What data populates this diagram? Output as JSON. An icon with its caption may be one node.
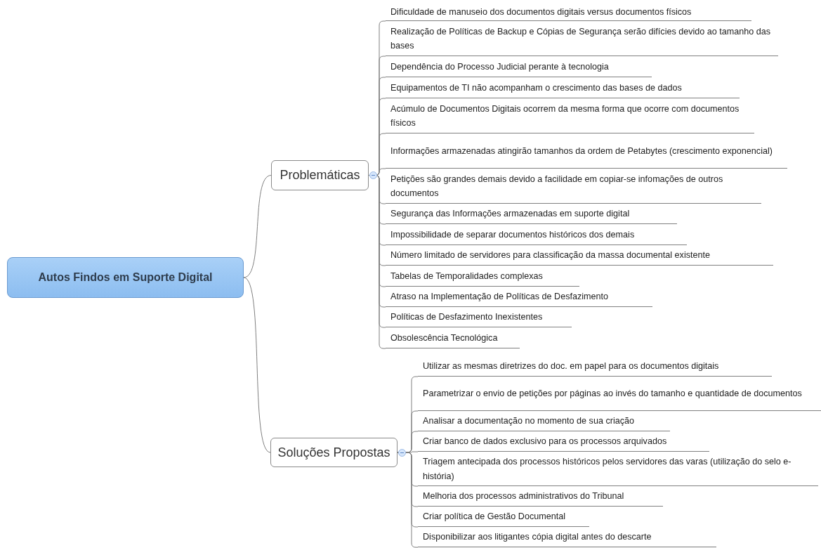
{
  "diagram": {
    "nodes": [
      {
        "text": [
          "Autos Findos em Suporte Digital"
        ]
      },
      {
        "text": [
          "Problemáticas"
        ]
      },
      {
        "text": [
          "Soluções Propostas"
        ]
      },
      {
        "text": [
          "Dificuldade de manuseio dos documentos digitais versus documentos físicos"
        ]
      },
      {
        "text": [
          "Realização de Políticas de Backup e Cópias de Segurança serão difícies devido ao tamanho das bases"
        ]
      },
      {
        "text": [
          "Dependência do Processo Judicial perante à tecnologia"
        ]
      },
      {
        "text": [
          "Equipamentos de TI não acompanham o crescimento das bases de dados"
        ]
      },
      {
        "text": [
          "Acúmulo de Documentos Digitais ocorrem da mesma forma que ocorre com documentos físicos"
        ]
      },
      {
        "text": [
          "Informações armazenadas atingirão tamanhos da ordem de Petabytes (crescimento exponencial)"
        ]
      },
      {
        "text": [
          "Petições são grandes demais devido a facilidade em copiar-se infomações de outros documentos"
        ]
      },
      {
        "text": [
          "Segurança das Informações armazenadas em suporte digital"
        ]
      },
      {
        "text": [
          "Impossibilidade de separar documentos históricos dos demais"
        ]
      },
      {
        "text": [
          "Número limitado de servidores para classificação da massa documental existente"
        ]
      },
      {
        "text": [
          "Tabelas de Temporalidades complexas"
        ]
      },
      {
        "text": [
          "Atraso na Implementação de Políticas de Desfazimento"
        ]
      },
      {
        "text": [
          "Políticas de Desfazimento Inexistentes"
        ]
      },
      {
        "text": [
          "Obsolescência Tecnológica"
        ]
      },
      {
        "text": [
          "Utilizar as mesmas diretrizes do doc. em papel para os documentos digitais"
        ]
      },
      {
        "text": [
          "Parametrizar o envio de petições por páginas ao invés do tamanho e quantidade de documentos"
        ]
      },
      {
        "text": [
          "Analisar a documentação no momento de sua criação"
        ]
      },
      {
        "text": [
          "Criar banco de dados exclusivo para os processos arquivados"
        ]
      },
      {
        "text": [
          "Triagem antecipada dos processos históricos pelos servidores das varas (utilização do selo e-história)"
        ]
      },
      {
        "text": [
          "Melhoria dos processos administrativos do Tribunal"
        ]
      },
      {
        "text": [
          "Criar política de Gestão Documental"
        ]
      },
      {
        "text": [
          "Disponibilizar aos litigantes cópia digital antes do descarte"
        ]
      }
    ],
    "edges": [
      {
        "from": 0,
        "to": 1,
        "arrow": "none"
      },
      {
        "from": 0,
        "to": 2,
        "arrow": "none"
      },
      {
        "from": 1,
        "to": 3,
        "arrow": "none"
      },
      {
        "from": 1,
        "to": 4,
        "arrow": "none"
      },
      {
        "from": 1,
        "to": 5,
        "arrow": "none"
      },
      {
        "from": 1,
        "to": 6,
        "arrow": "none"
      },
      {
        "from": 1,
        "to": 7,
        "arrow": "none"
      },
      {
        "from": 1,
        "to": 8,
        "arrow": "none"
      },
      {
        "from": 1,
        "to": 9,
        "arrow": "none"
      },
      {
        "from": 1,
        "to": 10,
        "arrow": "none"
      },
      {
        "from": 1,
        "to": 11,
        "arrow": "none"
      },
      {
        "from": 1,
        "to": 12,
        "arrow": "none"
      },
      {
        "from": 1,
        "to": 13,
        "arrow": "none"
      },
      {
        "from": 1,
        "to": 14,
        "arrow": "none"
      },
      {
        "from": 1,
        "to": 15,
        "arrow": "none"
      },
      {
        "from": 1,
        "to": 16,
        "arrow": "none"
      },
      {
        "from": 2,
        "to": 17,
        "arrow": "none"
      },
      {
        "from": 2,
        "to": 18,
        "arrow": "none"
      },
      {
        "from": 2,
        "to": 19,
        "arrow": "none"
      },
      {
        "from": 2,
        "to": 20,
        "arrow": "none"
      },
      {
        "from": 2,
        "to": 21,
        "arrow": "none"
      },
      {
        "from": 2,
        "to": 22,
        "arrow": "none"
      },
      {
        "from": 2,
        "to": 23,
        "arrow": "none"
      },
      {
        "from": 2,
        "to": 24,
        "arrow": "none"
      }
    ]
  }
}
